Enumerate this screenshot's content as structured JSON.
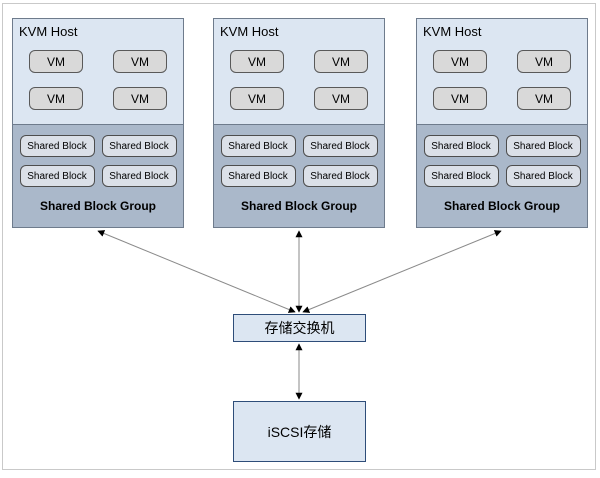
{
  "diagram": {
    "hosts": [
      {
        "title": "KVM Host",
        "vms": [
          "VM",
          "VM",
          "VM",
          "VM"
        ],
        "blocks": [
          "Shared Block",
          "Shared Block",
          "Shared Block",
          "Shared Block"
        ],
        "group_label": "Shared Block Group"
      },
      {
        "title": "KVM Host",
        "vms": [
          "VM",
          "VM",
          "VM",
          "VM"
        ],
        "blocks": [
          "Shared Block",
          "Shared Block",
          "Shared Block",
          "Shared Block"
        ],
        "group_label": "Shared Block Group"
      },
      {
        "title": "KVM Host",
        "vms": [
          "VM",
          "VM",
          "VM",
          "VM"
        ],
        "blocks": [
          "Shared Block",
          "Shared Block",
          "Shared Block",
          "Shared Block"
        ],
        "group_label": "Shared Block Group"
      }
    ],
    "switch": {
      "label": "存储交换机"
    },
    "storage": {
      "label": "iSCSI存储"
    },
    "colors": {
      "host_top_fill": "#dce6f2",
      "host_group_fill": "#aab8ca",
      "host_border": "#6e7b8c",
      "vm_fill": "#d9d9d9",
      "block_fill": "#dbe0e8",
      "node_border": "#595959",
      "switch_fill": "#dce6f2",
      "switch_border": "#2e4d79",
      "arrow_line": "#8a8a8a",
      "arrow_head": "#000000",
      "frame_border": "#c9c9c9"
    }
  }
}
